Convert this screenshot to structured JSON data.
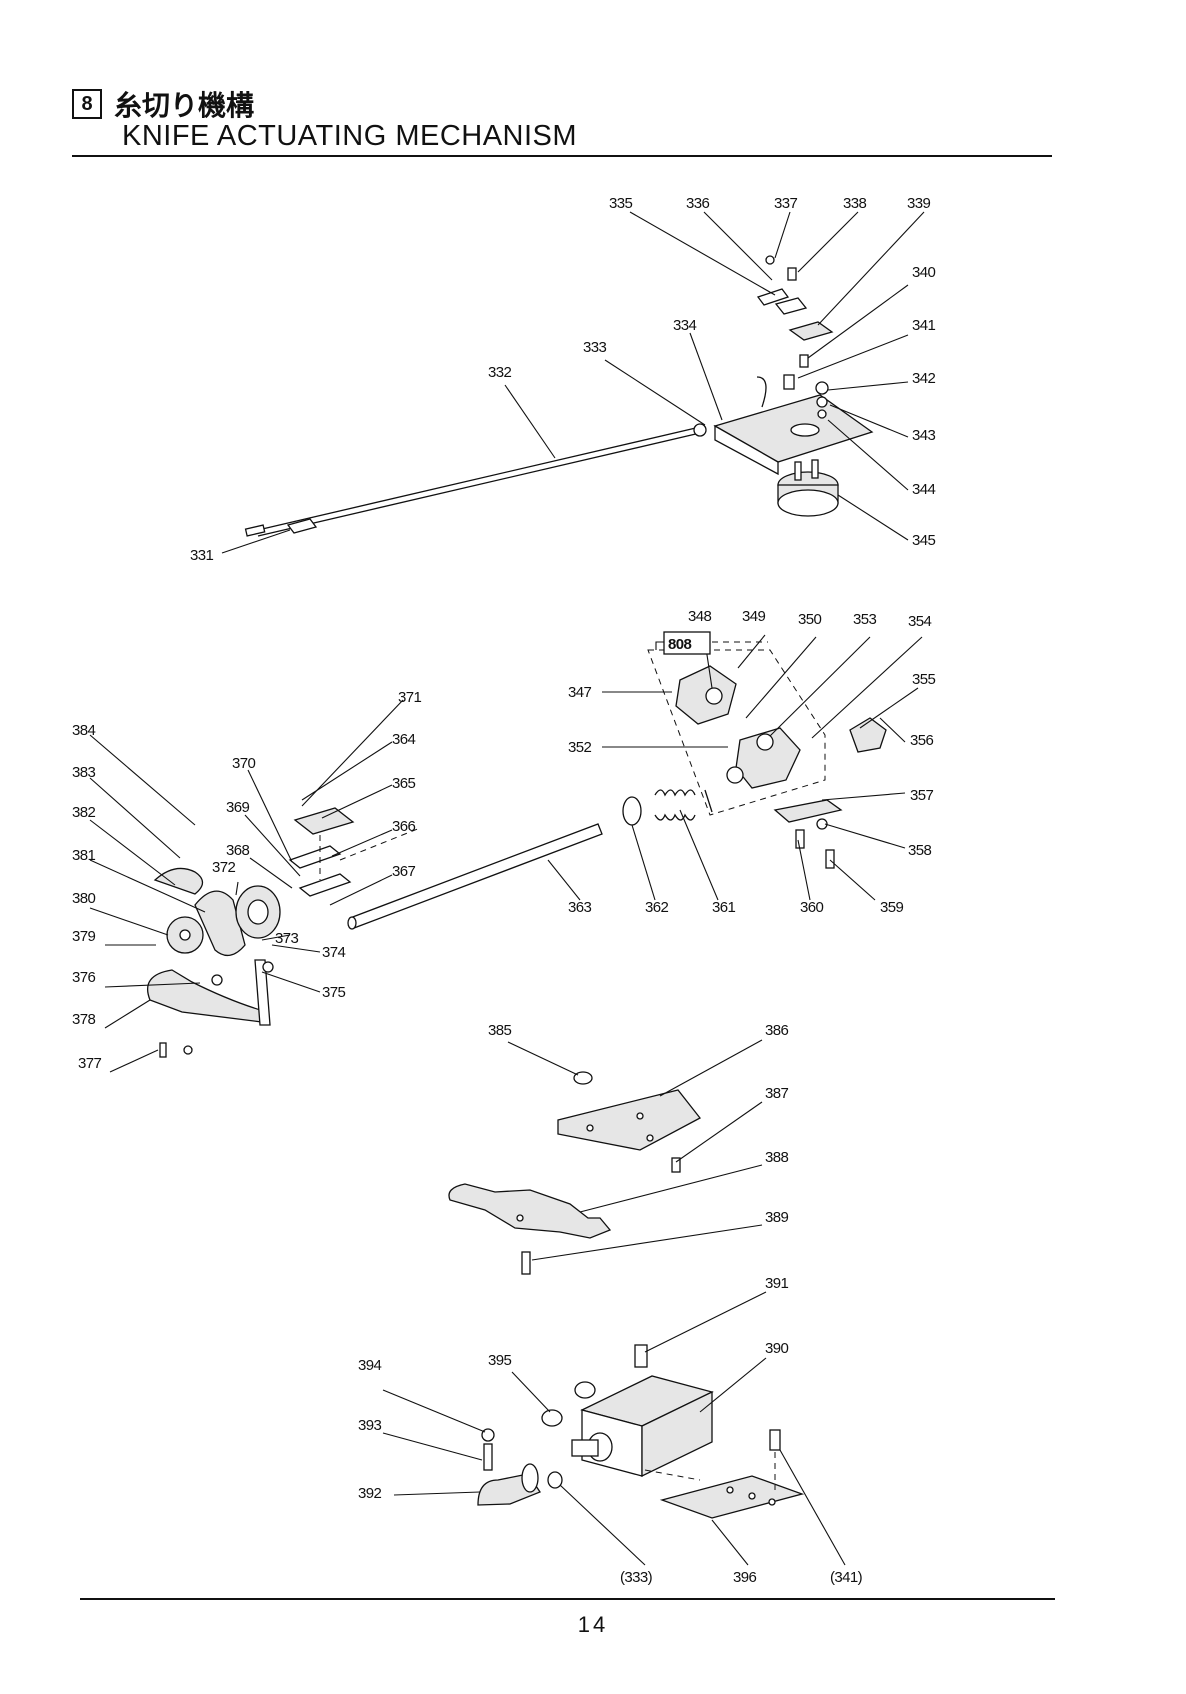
{
  "header": {
    "section_number": "8",
    "title_jp": "糸切り機構",
    "title_en": "KNIFE ACTUATING MECHANISM"
  },
  "callouts": [
    "331",
    "332",
    "333",
    "334",
    "335",
    "336",
    "337",
    "338",
    "339",
    "340",
    "341",
    "342",
    "343",
    "344",
    "345",
    "347",
    "348",
    "349",
    "350",
    "352",
    "353",
    "354",
    "355",
    "356",
    "357",
    "358",
    "359",
    "360",
    "361",
    "362",
    "363",
    "364",
    "365",
    "366",
    "367",
    "368",
    "369",
    "370",
    "371",
    "372",
    "373",
    "374",
    "375",
    "376",
    "377",
    "378",
    "379",
    "380",
    "381",
    "382",
    "383",
    "384",
    "385",
    "386",
    "387",
    "388",
    "389",
    "390",
    "391",
    "392",
    "393",
    "394",
    "395",
    "(333)",
    "396",
    "(341)"
  ],
  "reference_tag": "808",
  "page_number": "14"
}
